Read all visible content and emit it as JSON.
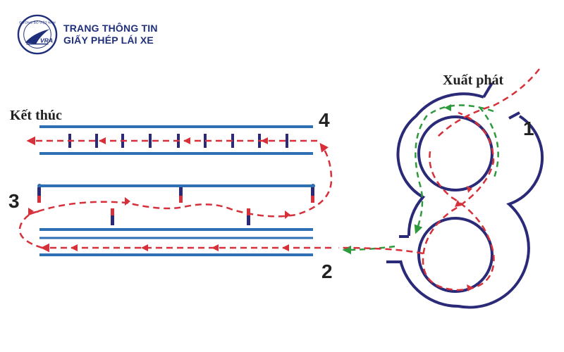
{
  "header": {
    "line1": "TRANG THÔNG TIN",
    "line2": "GIẤY PHÉP LÁI XE"
  },
  "logo": {
    "text": "VRA",
    "ring_text": "ĐƯỜNG BỘ VIỆT NAM"
  },
  "diagram": {
    "start_label": "Xuất phát",
    "end_label": "Kết thúc",
    "step_1": "1",
    "step_2": "2",
    "step_3": "3",
    "step_4": "4"
  },
  "colors": {
    "brand": "#1f2f7a",
    "lane_blue": "#2f6fb3",
    "track_navy": "#2a2a78",
    "path_red": "#d6303a",
    "path_green": "#2e9a3e"
  }
}
